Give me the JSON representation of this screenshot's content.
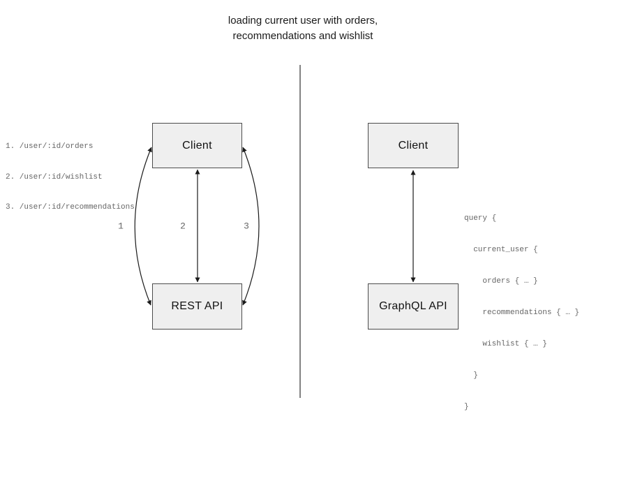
{
  "title": {
    "line1": "loading current user with orders,",
    "line2": "recommendations and wishlist"
  },
  "rest_panel": {
    "endpoints": [
      "1. /user/:id/orders",
      "2. /user/:id/wishlist",
      "3. /user/:id/recommendations"
    ],
    "client_label": "Client",
    "api_label": "REST API",
    "arrow_labels": [
      "1",
      "2",
      "3"
    ]
  },
  "graphql_panel": {
    "client_label": "Client",
    "api_label": "GraphQL API",
    "query_lines": [
      "query {",
      "  current_user {",
      "    orders { … }",
      "    recommendations { … }",
      "    wishlist { … }",
      "  }",
      "}"
    ]
  },
  "colors": {
    "background": "#ffffff",
    "box_fill": "#efefef",
    "box_border": "#4c4c4c",
    "arrow_stroke": "#1a1a1a",
    "divider_stroke": "#595959",
    "muted_text": "#666666",
    "label_text": "#111111"
  }
}
